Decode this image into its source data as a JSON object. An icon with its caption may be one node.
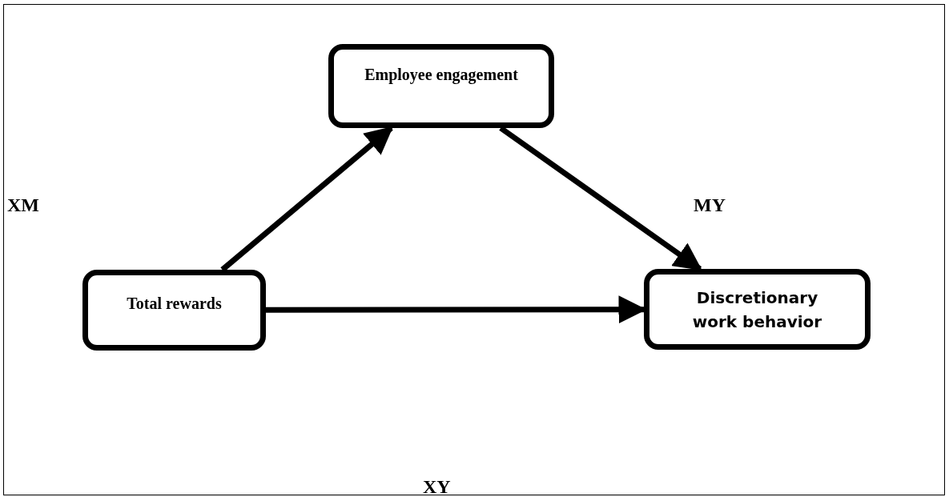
{
  "diagram": {
    "nodes": [
      {
        "text": [
          "Employee engagement"
        ]
      },
      {
        "text": [
          "Total rewards"
        ]
      },
      {
        "text": [
          "Discretionary work behavior"
        ]
      }
    ],
    "edges": [
      {
        "from": 1,
        "to": 0,
        "arrow": "to"
      },
      {
        "from": 0,
        "to": 2,
        "arrow": "to"
      },
      {
        "from": 1,
        "to": 2,
        "arrow": "to"
      }
    ],
    "labels": [
      "XM",
      "MY",
      "XY"
    ]
  }
}
